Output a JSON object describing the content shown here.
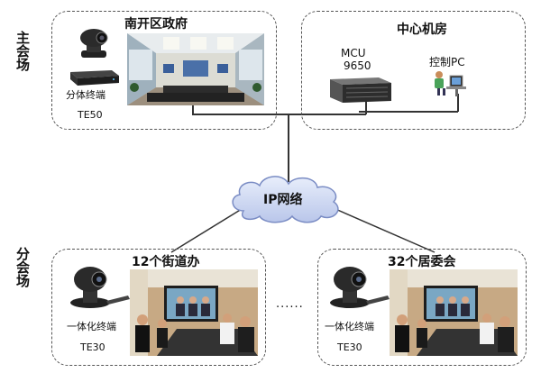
{
  "sections": {
    "main_label": "主会场",
    "sub_label": "分会场"
  },
  "main_venue": {
    "title": "南开区政府",
    "terminal_name": "分体终端",
    "terminal_model": "TE50"
  },
  "data_center": {
    "title": "中心机房",
    "mcu_label_1": "MCU",
    "mcu_label_2": "9650",
    "pc_label": "控制PC"
  },
  "network": {
    "label": "IP网络"
  },
  "sub_venue_left": {
    "title": "12个街道办",
    "terminal_name": "一体化终端",
    "terminal_model": "TE30"
  },
  "sub_venue_right": {
    "title": "32个居委会",
    "terminal_name": "一体化终端",
    "terminal_model": "TE30"
  },
  "ellipsis": "......"
}
